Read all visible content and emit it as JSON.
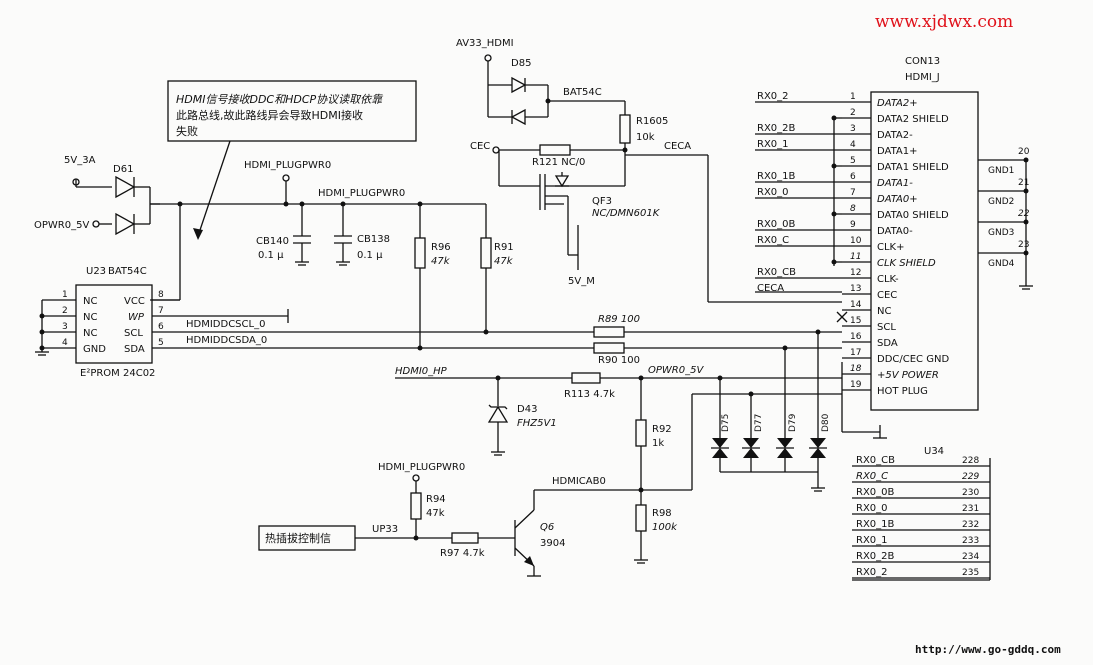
{
  "watermark_top": "www.xjdwx.com",
  "watermark_bottom": "http://www.go-gddq.com",
  "note_box": {
    "line1": "HDMI信号接收DDC和HDCP协议读取依靠",
    "line2": "此路总线,故此路线异会导致HDMI接收",
    "line3": "失败"
  },
  "hotplug_box": "热插拔控制信",
  "eeprom": {
    "ref": "U23",
    "part": "BAT54C",
    "name": "E²PROM 24C02",
    "pins": [
      {
        "n": "1",
        "label": "NC"
      },
      {
        "n": "2",
        "label": "NC"
      },
      {
        "n": "3",
        "label": "NC"
      },
      {
        "n": "4",
        "label": "GND"
      },
      {
        "n": "8",
        "label": "VCC"
      },
      {
        "n": "7",
        "label": "WP"
      },
      {
        "n": "6",
        "label": "SCL"
      },
      {
        "n": "5",
        "label": "SDA"
      }
    ]
  },
  "connector": {
    "ref": "CON13",
    "name": "HDMI_J",
    "pins": [
      {
        "n": "1",
        "label": "DATA2+",
        "net": "RX0_2"
      },
      {
        "n": "2",
        "label": "DATA2 SHIELD",
        "net": ""
      },
      {
        "n": "3",
        "label": "DATA2-",
        "net": "RX0_2B"
      },
      {
        "n": "4",
        "label": "DATA1+",
        "net": "RX0_1"
      },
      {
        "n": "5",
        "label": "DATA1 SHIELD",
        "net": ""
      },
      {
        "n": "6",
        "label": "DATA1-",
        "net": "RX0_1B"
      },
      {
        "n": "7",
        "label": "DATA0+",
        "net": "RX0_0"
      },
      {
        "n": "8",
        "label": "DATA0 SHIELD",
        "net": ""
      },
      {
        "n": "9",
        "label": "DATA0-",
        "net": "RX0_0B"
      },
      {
        "n": "10",
        "label": "CLK+",
        "net": "RX0_C"
      },
      {
        "n": "11",
        "label": "CLK SHIELD",
        "net": ""
      },
      {
        "n": "12",
        "label": "CLK-",
        "net": "RX0_CB"
      },
      {
        "n": "13",
        "label": "CEC",
        "net": "CECA"
      },
      {
        "n": "14",
        "label": "NC",
        "net": ""
      },
      {
        "n": "15",
        "label": "SCL",
        "net": ""
      },
      {
        "n": "16",
        "label": "SDA",
        "net": ""
      },
      {
        "n": "17",
        "label": "DDC/CEC GND",
        "net": ""
      },
      {
        "n": "18",
        "label": "+5V POWER",
        "net": ""
      },
      {
        "n": "19",
        "label": "HOT PLUG",
        "net": ""
      }
    ],
    "gnd_pins": [
      {
        "n": "20",
        "label": "GND1"
      },
      {
        "n": "21",
        "label": "GND2"
      },
      {
        "n": "22",
        "label": "GND3"
      },
      {
        "n": "23",
        "label": "GND4"
      }
    ]
  },
  "u34": {
    "ref": "U34",
    "rows": [
      {
        "net": "RX0_CB",
        "pin": "228"
      },
      {
        "net": "RX0_C",
        "pin": "229"
      },
      {
        "net": "RX0_0B",
        "pin": "230"
      },
      {
        "net": "RX0_0",
        "pin": "231"
      },
      {
        "net": "RX0_1B",
        "pin": "232"
      },
      {
        "net": "RX0_1",
        "pin": "233"
      },
      {
        "net": "RX0_2B",
        "pin": "234"
      },
      {
        "net": "RX0_2",
        "pin": "235"
      }
    ]
  },
  "labels": {
    "v5_3a": "5V_3A",
    "d61": "D61",
    "opwr0_5v": "OPWR0_5V",
    "hdmi_plugpwr0_top": "HDMI_PLUGPWR0",
    "hdmi_plugpwr0_line": "HDMI_PLUGPWR0",
    "cb140": "CB140",
    "cb140_val": "0.1 μ",
    "cb138": "CB138",
    "cb138_val": "0.1 μ",
    "r96": "R96",
    "r96_val": "47k",
    "r91": "R91",
    "r91_val": "47k",
    "av33": "AV33_HDMI",
    "d85": "D85",
    "bat54c": "BAT54C",
    "r1605": "R1605",
    "r1605_val": "10k",
    "cec": "CEC",
    "ceca": "CECA",
    "r121": "R121  NC/0",
    "qf3": "QF3",
    "qf3_val": "NC/DMN601K",
    "v5m": "5V_M",
    "scl_net": "HDMIDDCSCL_0",
    "sda_net": "HDMIDDCSDA_0",
    "r89": "R89  100",
    "r90": "R90  100",
    "hdmi0_hp": "HDMI0_HP",
    "opwr0_5v_b": "OPWR0_5V",
    "r113": "R113  4.7k",
    "d43": "D43",
    "d43_val": "FHZ5V1",
    "r92": "R92",
    "r92_val": "1k",
    "r98": "R98",
    "r98_val": "100k",
    "hdmicab0": "HDMICAB0",
    "hdmi_plugpwr0_bot": "HDMI_PLUGPWR0",
    "r94": "R94",
    "r94_val": "47k",
    "up33": "UP33",
    "r97": "R97  4.7k",
    "q6": "Q6",
    "q6_val": "3904",
    "d75": "D75",
    "d77": "D77",
    "d79": "D79",
    "d80": "D80"
  }
}
